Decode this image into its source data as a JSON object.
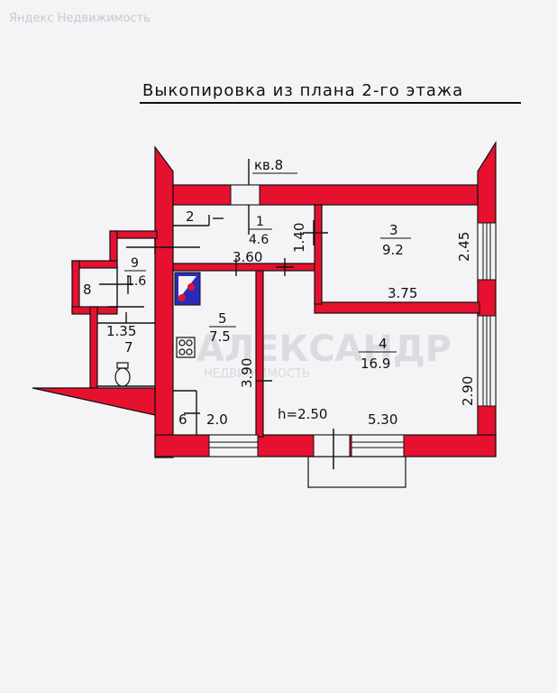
{
  "watermark": {
    "top_text": "Яндекс Недвижимость",
    "center_text": "АЛЕКСАНДР",
    "center_subtext": "НЕДВИЖИМОСТЬ"
  },
  "title": "Выкопировка из плана 2-го этажа",
  "apartment": "кв.8",
  "ceiling_height": "h=2.50",
  "rooms": [
    {
      "id": "1",
      "area": "4.6"
    },
    {
      "id": "2",
      "area": ""
    },
    {
      "id": "3",
      "area": "9.2"
    },
    {
      "id": "4",
      "area": "16.9"
    },
    {
      "id": "5",
      "area": "7.5"
    },
    {
      "id": "6",
      "area": "2.0"
    },
    {
      "id": "7",
      "area": ""
    },
    {
      "id": "8",
      "area": ""
    },
    {
      "id": "9",
      "area": "1.6"
    }
  ],
  "dimensions": {
    "d_1_40": "1.40",
    "d_2_45": "2.45",
    "d_3_60": "3.60",
    "d_3_75": "3.75",
    "d_3_90": "3.90",
    "d_2_90": "2.90",
    "d_5_30": "5.30",
    "d_1_35": "1.35"
  },
  "colors": {
    "wall": "#e5112e",
    "background": "#f4f4f6",
    "ink": "#111111",
    "stove": "#2b2bb8"
  }
}
